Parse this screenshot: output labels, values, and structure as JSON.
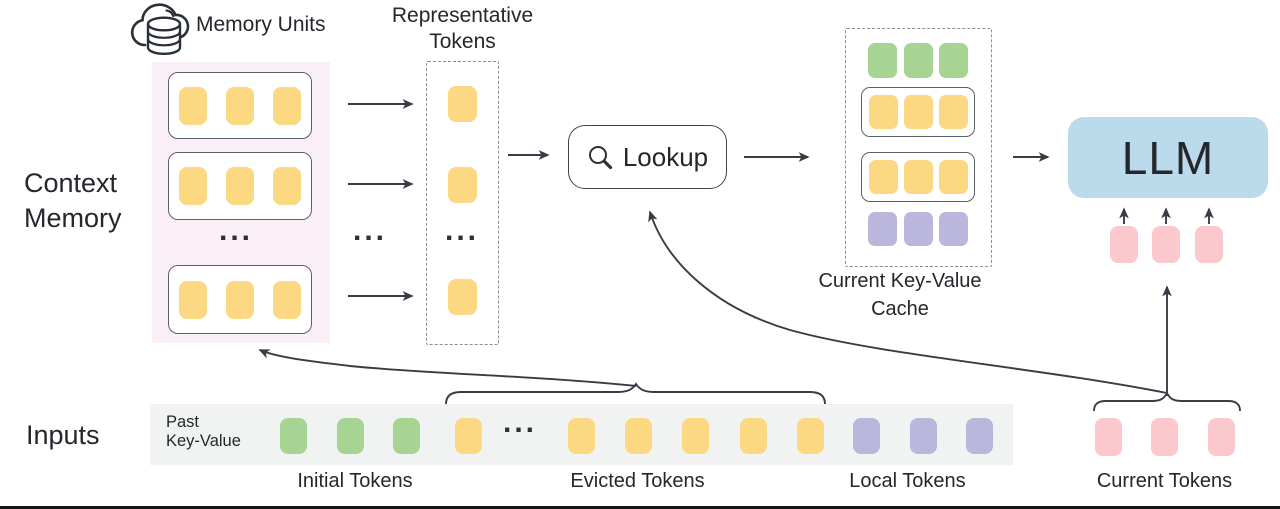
{
  "labels": {
    "memory_units": "Memory Units",
    "representative_line1": "Representative",
    "representative_line2": "Tokens",
    "context_line1": "Context",
    "context_line2": "Memory",
    "lookup": "Lookup",
    "cache_line1": "Current Key-Value",
    "cache_line2": "Cache",
    "llm": "LLM",
    "inputs": "Inputs",
    "past_line1": "Past",
    "past_line2": "Key-Value",
    "ellipsis": "..."
  },
  "token_groups": {
    "initial": {
      "label": "Initial Tokens",
      "color_name": "green",
      "count": 3
    },
    "evicted": {
      "label": "Evicted Tokens",
      "color_name": "yellow",
      "count": 6
    },
    "local": {
      "label": "Local Tokens",
      "color_name": "purple",
      "count": 3
    },
    "current": {
      "label": "Current Tokens",
      "color_name": "pink",
      "count": 3
    }
  },
  "memory": {
    "units_shown": 3,
    "tokens_per_unit": 3,
    "representative_tokens_shown": 3,
    "cache_rows": [
      "green",
      "yellow-unit",
      "yellow-unit",
      "purple"
    ]
  },
  "icons": {
    "cloud": "cloud-database-icon",
    "search": "search-icon"
  },
  "colors": {
    "token-yellow": "#FBD881",
    "token-green": "#A7D493",
    "token-purple": "#BBB6DC",
    "token-pink": "#FBC8CD",
    "llm-blue": "#BBDBEC",
    "memory-panel-pink": "#FAEEF7",
    "input-strip-gray": "#F1F3F2",
    "line-dark": "#383C44",
    "text-dark": "#24272C"
  }
}
